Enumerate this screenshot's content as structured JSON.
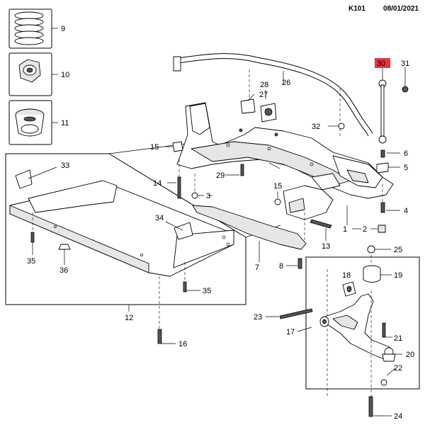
{
  "header": {
    "code": "K101",
    "date": "08/01/2021"
  },
  "highlight_color": "#e8343f",
  "callouts": {
    "c1": "1",
    "c2": "2",
    "c3": "3",
    "c4": "4",
    "c5": "5",
    "c6": "6",
    "c7": "7",
    "c8": "8",
    "c9": "9",
    "c10": "10",
    "c11": "11",
    "c12": "12",
    "c13": "13",
    "c14": "14",
    "c15a": "15",
    "c15b": "15",
    "c16": "16",
    "c17": "17",
    "c18": "18",
    "c19": "19",
    "c20": "20",
    "c21": "21",
    "c22": "22",
    "c23": "23",
    "c24": "24",
    "c25": "25",
    "c26": "26",
    "c27": "27",
    "c28": "28",
    "c29": "29",
    "c30": "30",
    "c31": "31",
    "c32": "32",
    "c33": "33",
    "c34": "34",
    "c35a": "35",
    "c35b": "35",
    "c36": "36"
  }
}
